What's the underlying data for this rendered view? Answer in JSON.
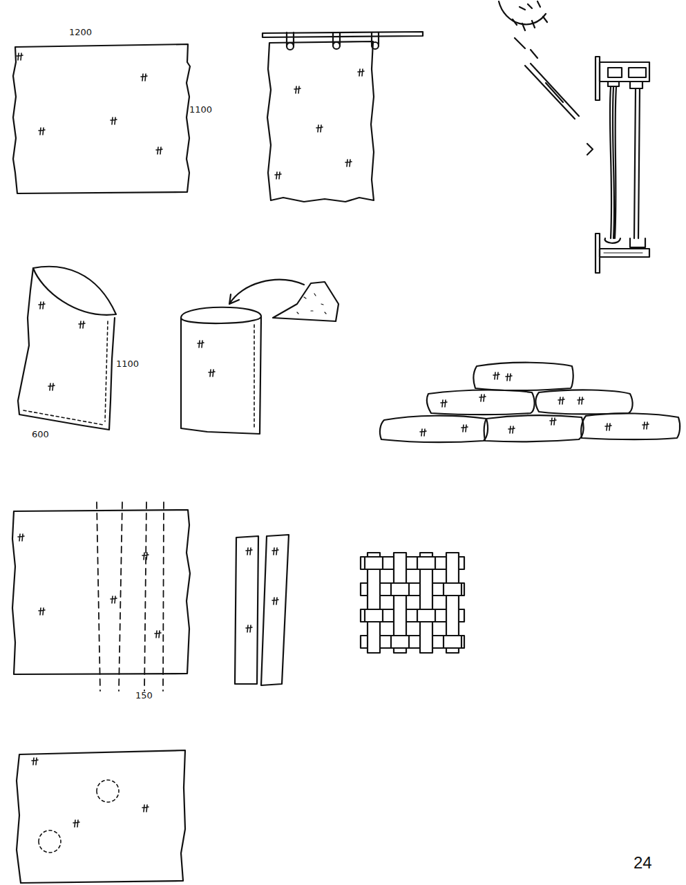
{
  "diagram": {
    "labels": [
      "1200",
      "1100",
      "1100",
      "600",
      "150",
      "24"
    ]
  }
}
